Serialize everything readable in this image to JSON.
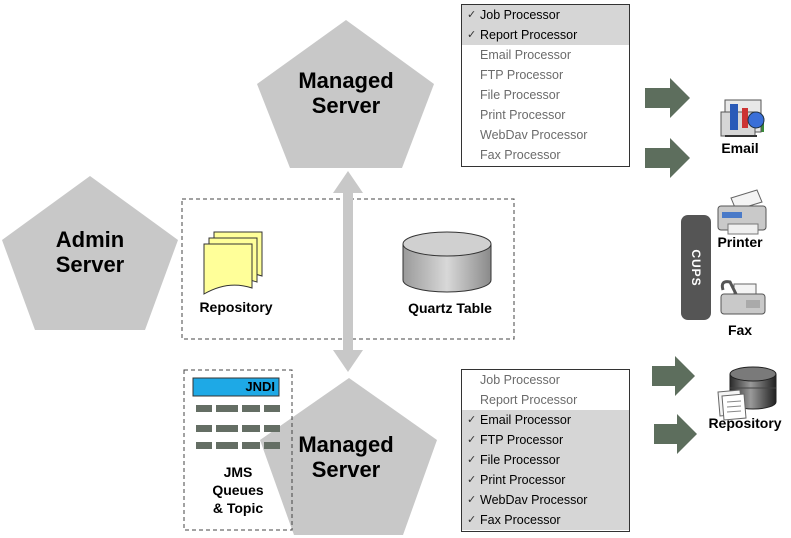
{
  "servers": {
    "admin": [
      "Admin",
      "Server"
    ],
    "managed_top": [
      "Managed",
      "Server"
    ],
    "managed_bottom": [
      "Managed",
      "Server"
    ]
  },
  "shared": {
    "repository_label": "Repository",
    "quartz_label": "Quartz Table"
  },
  "jms": {
    "jndi_label": "JNDI",
    "lines": [
      "JMS",
      "Queues",
      "& Topic"
    ]
  },
  "processors_top": [
    {
      "label": "Job Processor",
      "checked": true
    },
    {
      "label": "Report Processor",
      "checked": true
    },
    {
      "label": "Email Processor",
      "checked": false
    },
    {
      "label": "FTP Processor",
      "checked": false
    },
    {
      "label": "File Processor",
      "checked": false
    },
    {
      "label": "Print Processor",
      "checked": false
    },
    {
      "label": "WebDav Processor",
      "checked": false
    },
    {
      "label": "Fax Processor",
      "checked": false
    }
  ],
  "processors_bottom": [
    {
      "label": "Job Processor",
      "checked": false
    },
    {
      "label": "Report Processor",
      "checked": false
    },
    {
      "label": "Email Processor",
      "checked": true
    },
    {
      "label": "FTP Processor",
      "checked": true
    },
    {
      "label": "File Processor",
      "checked": true
    },
    {
      "label": "Print Processor",
      "checked": true
    },
    {
      "label": "WebDav Processor",
      "checked": true
    },
    {
      "label": "Fax Processor",
      "checked": true
    }
  ],
  "check_mark": "✓",
  "destinations": {
    "email": "Email",
    "printer": "Printer",
    "cups": "CUPS",
    "fax": "Fax",
    "repository": "Repository"
  },
  "colors": {
    "pentagon": "#c8c8c8",
    "arrow": "#5d6e5d",
    "selected_row": "#d6d6d6",
    "jndi": "#1ea9e6",
    "document": "#ffff99"
  }
}
